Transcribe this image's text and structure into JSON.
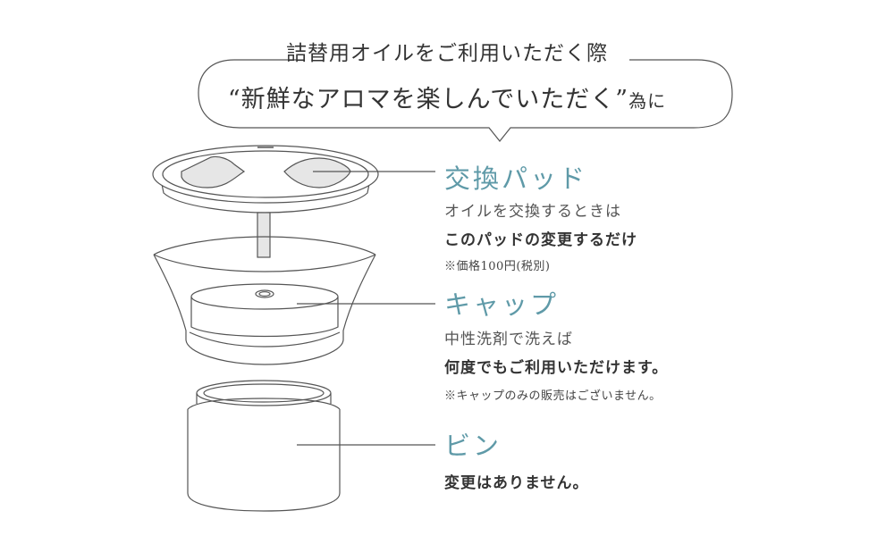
{
  "heading": {
    "top": "詰替用オイルをご利用いただく際",
    "main": "“新鮮なアロマを楽しんでいただく”",
    "main_suffix": "為に"
  },
  "parts": {
    "pad": {
      "name": "交換パッド",
      "desc": "オイルを交換するときは",
      "strong": "このパッドの変更するだけ",
      "note": "※価格100円(税別)"
    },
    "cap": {
      "name": "キャップ",
      "desc": "中性洗剤で洗えば",
      "strong": "何度でもご利用いただけます。",
      "note": "※キャップのみの販売はございません。"
    },
    "bottle": {
      "name": "ビン",
      "strong": "変更はありません。"
    }
  },
  "colors": {
    "accent": "#5f9aa8",
    "line": "#555555",
    "pad_fill": "#e6e6e6"
  }
}
